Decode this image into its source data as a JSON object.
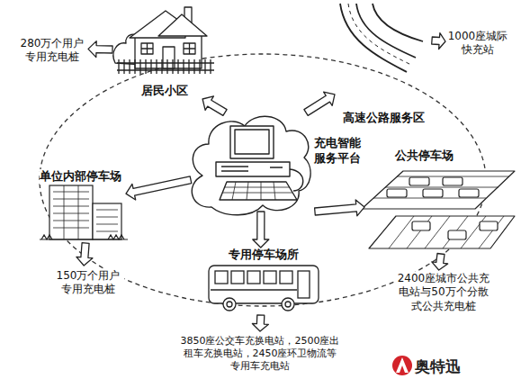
{
  "diagram": {
    "nodes": [
      {
        "text": [
          "280万个用户专用充电桩"
        ]
      },
      {
        "text": [
          "居民小区"
        ]
      },
      {
        "text": [
          "高速公路服务区"
        ]
      },
      {
        "text": [
          "1000座城际快充站"
        ]
      },
      {
        "text": [
          "充电智能服务平台"
        ]
      },
      {
        "text": [
          "公共停车场"
        ]
      },
      {
        "text": [
          "单位内部停车场"
        ]
      },
      {
        "text": [
          "150万个用户专用充电桩"
        ]
      },
      {
        "text": [
          "专用停车场所"
        ]
      },
      {
        "text": [
          "2400座城市公共充电站与50万个分散式公共充电桩"
        ]
      },
      {
        "text": [
          "3850座公交车充换电站，2500座出租车充换电站，2450座环卫物流等专用车充电站"
        ]
      }
    ],
    "edges": [
      {
        "from": 4,
        "to": 1,
        "arrow": "to"
      },
      {
        "from": 4,
        "to": 2,
        "arrow": "to"
      },
      {
        "from": 4,
        "to": 5,
        "arrow": "to"
      },
      {
        "from": 4,
        "to": 6,
        "arrow": "to"
      },
      {
        "from": 4,
        "to": 8,
        "arrow": "to"
      },
      {
        "from": 1,
        "to": 0,
        "arrow": "to"
      },
      {
        "from": 2,
        "to": 3,
        "arrow": "to"
      },
      {
        "from": 5,
        "to": 9,
        "arrow": "to"
      },
      {
        "from": 6,
        "to": 7,
        "arrow": "to"
      },
      {
        "from": 8,
        "to": 10,
        "arrow": "to"
      }
    ],
    "labels": [
      "奥特迅"
    ]
  }
}
